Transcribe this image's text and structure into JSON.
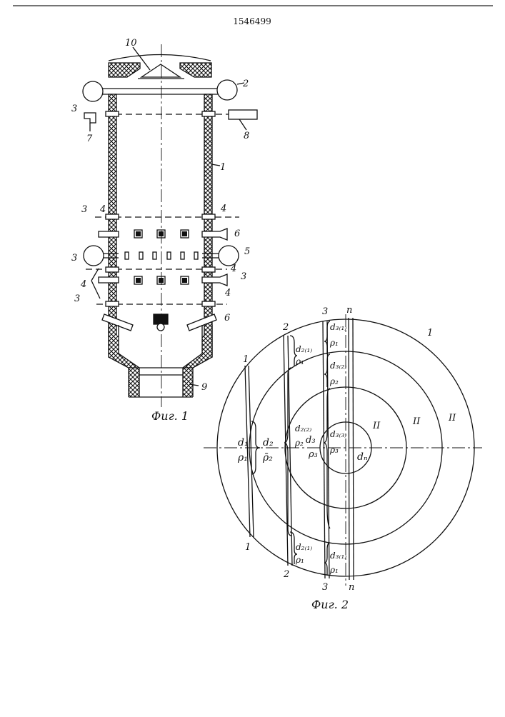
{
  "patent_number": "1546499",
  "fig1": {
    "caption": "Фиг. 1",
    "labels": {
      "l10": "10",
      "l2": "2",
      "l3a": "3",
      "l7": "7",
      "l8": "8",
      "l1": "1",
      "l3b": "3",
      "l4a": "4",
      "l4b": "4",
      "l6a": "6",
      "l3c": "3",
      "l5": "5",
      "l4c": "4",
      "l3d": "3",
      "l4d": "4",
      "l3e": "3",
      "l4e": "4",
      "l6b": "6",
      "l9": "9"
    }
  },
  "fig2": {
    "caption": "Фиг. 2",
    "labels": {
      "outer": "1",
      "ringII_a": "II",
      "ringII_b": "II",
      "ringII_c": "II",
      "chord1_top": "1",
      "chord1_bot": "1",
      "chord2_top": "2",
      "chord2_bot": "2",
      "chord3_top": "3",
      "chord3_bot": "3",
      "chordn_top": "n",
      "chordn_bot": "n",
      "d1": "d₁",
      "p1": "ρ₁",
      "d2": "d₂",
      "p2": "ρ̄₂",
      "d21_top": "d₂₍₁₎",
      "p21_top": "ρ₁",
      "d22": "d₂₍₂₎",
      "p22": "ρ₂",
      "d3": "d₃",
      "p3": "ρ₃",
      "d31_top": "d₃₍₁₎",
      "p31_top": "ρ₁",
      "d32_top": "d₃₍₂₎",
      "p32_top": "ρ₂",
      "d33": "d₃₍₃₎",
      "p33": "ρ₃",
      "dn": "dₙ",
      "d21_bot": "d₂₍₁₎",
      "p21_bot": "ρ₁",
      "d31_bot": "d₃₍₁₎",
      "p31_bot": "ρ₁"
    }
  }
}
